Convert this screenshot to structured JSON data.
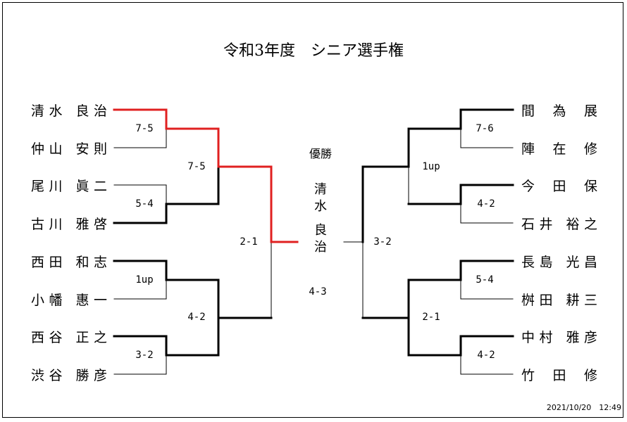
{
  "title": "令和3年度　シニア選手権",
  "left_players": [
    "清水 良治",
    "仲山 安則",
    "尾川 眞二",
    "古川 雅啓",
    "西田 和志",
    "小幡 惠一",
    "西谷 正之",
    "渋谷 勝彦"
  ],
  "right_players": [
    "間 為 展",
    "陣 在 修",
    "今 田 保",
    "石井 裕之",
    "長島 光昌",
    "桝田 耕三",
    "中村 雅彦",
    "竹 田 修"
  ],
  "left_scores": {
    "r1": [
      "7-5",
      "5-4",
      "1up",
      "3-2"
    ],
    "r2": [
      "7-5",
      "4-2"
    ],
    "r3": "2-1"
  },
  "right_scores": {
    "r1": [
      "7-6",
      "4-2",
      "5-4",
      "4-2"
    ],
    "r2": [
      "1up",
      "2-1"
    ],
    "r3": "3-2"
  },
  "champion": {
    "label": "優勝",
    "name_chars": [
      "清",
      "水",
      "良",
      "治"
    ],
    "final_score": "4-3"
  },
  "timestamp": "2021/10/20　12:49",
  "colors": {
    "winner_path": "#e02020",
    "line": "#000000"
  }
}
